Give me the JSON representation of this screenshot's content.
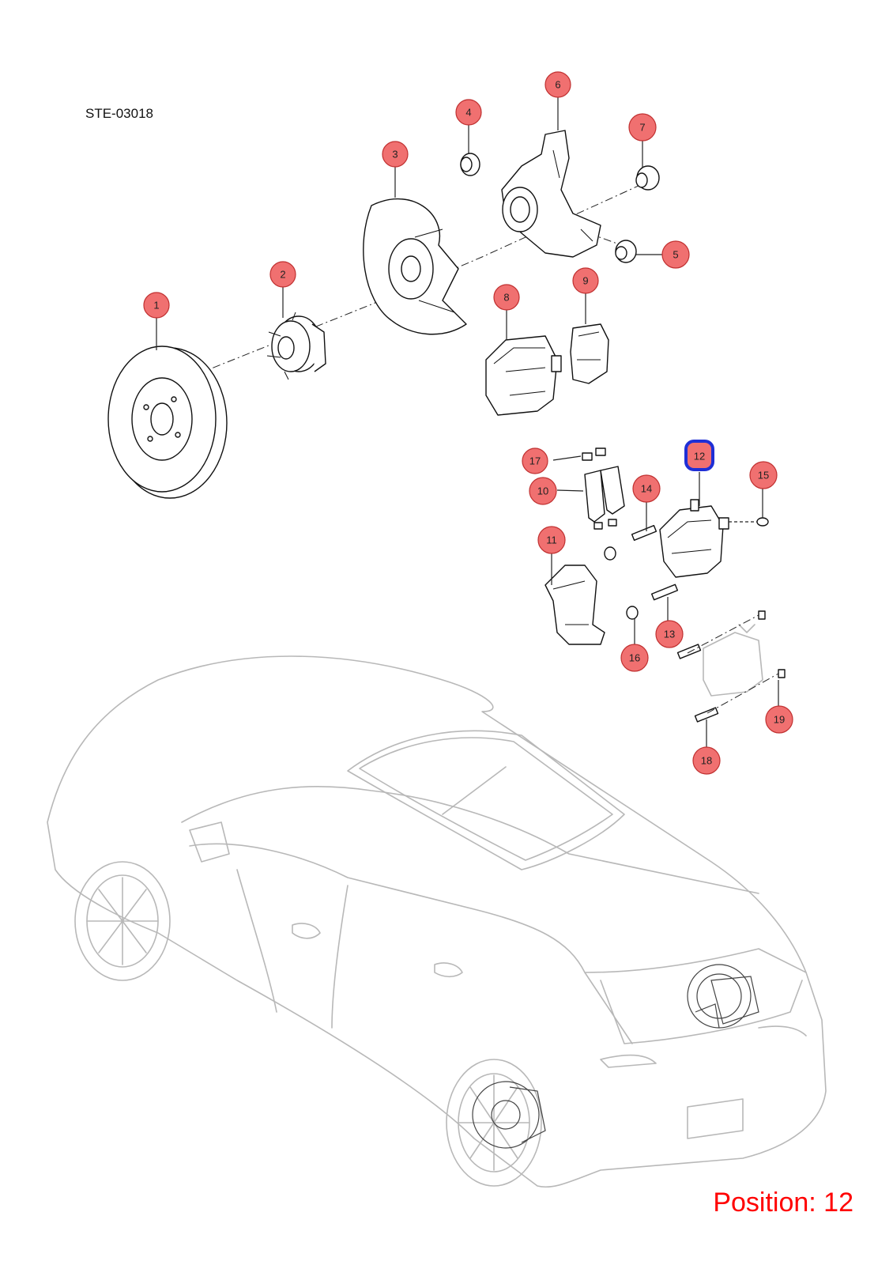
{
  "diagram": {
    "ref_code": "STE-03018",
    "position_label": "Position: 12",
    "selected_position": "12",
    "callouts": [
      "1",
      "2",
      "3",
      "4",
      "5",
      "6",
      "7",
      "8",
      "9",
      "10",
      "11",
      "12",
      "13",
      "14",
      "15",
      "16",
      "17",
      "18",
      "19"
    ]
  },
  "colors": {
    "callout_fill": "#f07070",
    "selected_outline": "#1f2fd6",
    "position_text": "#ff0000",
    "car_outline": "#b8b8b8"
  }
}
